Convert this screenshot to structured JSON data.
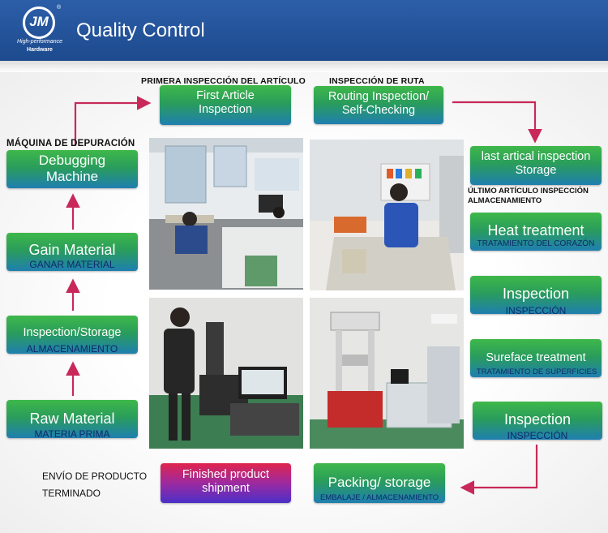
{
  "header": {
    "title": "Quality Control",
    "logo": {
      "mark": "JM",
      "registered": "®",
      "line1": "High-performance",
      "line2": "Hardware"
    }
  },
  "colors": {
    "header": "#1d4a8e",
    "box_green": "#3fb84a",
    "box_blue": "#1f7fb0",
    "arrow": "#c8295a",
    "shipment_purple": "#9d2aa0"
  },
  "steps": {
    "first_article": {
      "title_line1": "First Article",
      "title_line2": "Inspection",
      "caption": "PRIMERA INSPECCIÓN DEL ARTÍCULO"
    },
    "routing": {
      "title_line1": "Routing Inspection/",
      "title_line2": "Self-Checking",
      "caption": "INSPECCIÓN DE RUTA"
    },
    "debugging": {
      "title_line1": "Debugging",
      "title_line2": "Machine",
      "caption": "MÁQUINA DE DEPURACIÓN"
    },
    "last_article": {
      "title_line1": "last artical inspection",
      "title_line2": "Storage",
      "caption_line1": "ÚLTIMO ARTÍCULO INSPECCIÓN",
      "caption_line2": "ALMACENAMIENTO"
    },
    "gain_material": {
      "title": "Gain Material",
      "sub": "GANAR MATERIAL"
    },
    "heat_treatment": {
      "title": "Heat treatment",
      "sub": "TRATAMIENTO DEL CORAZÓN"
    },
    "inspection_storage": {
      "title": "Inspection/Storage",
      "sub": "ALMACENAMIENTO"
    },
    "inspection_1": {
      "title": "Inspection",
      "sub": "INSPECCIÓN"
    },
    "surface_treatment": {
      "title": "Sureface treatment",
      "sub": "TRATAMIENTO DE SUPERFICIES"
    },
    "raw_material": {
      "title": "Raw Material",
      "sub": "MATERIA PRIMA"
    },
    "inspection_2": {
      "title": "Inspection",
      "sub": "INSPECCIÓN"
    },
    "finished_shipment": {
      "title_line1": "Finished product",
      "title_line2": "shipment",
      "caption_line1": "ENVÍO DE PRODUCTO",
      "caption_line2": "TERMINADO"
    },
    "packing_storage": {
      "title": "Packing/ storage",
      "sub": "EMBALAJE / ALMACENAMIENTO"
    }
  }
}
